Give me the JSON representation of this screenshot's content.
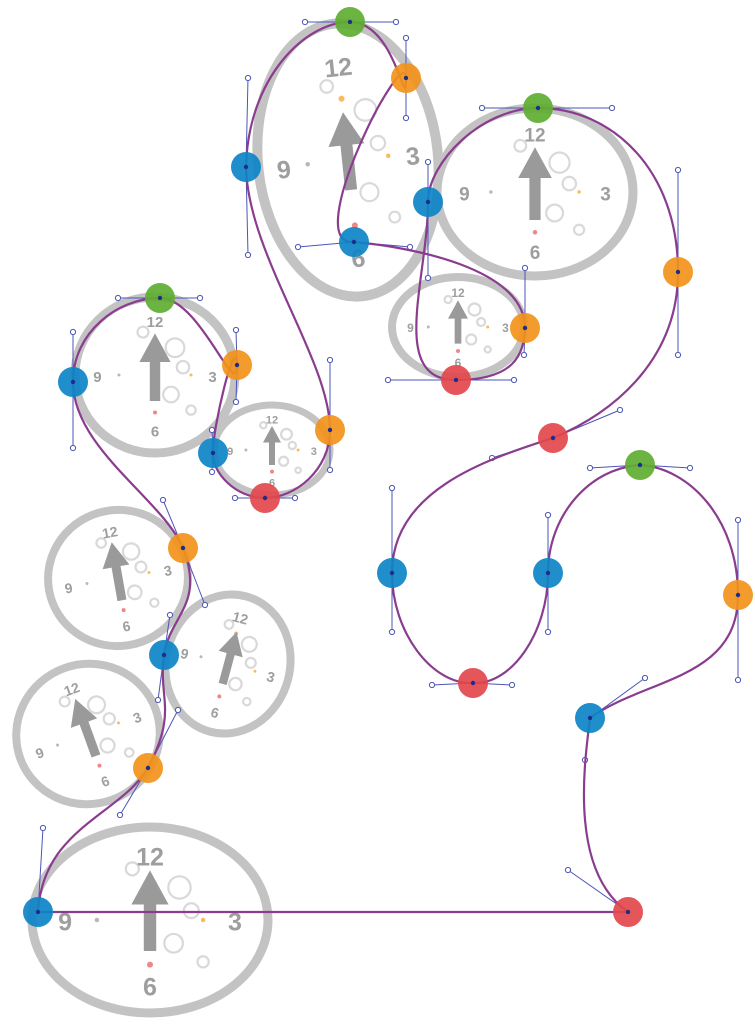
{
  "clock_numerals": [
    "12",
    "3",
    "6",
    "9"
  ],
  "colors": {
    "clock_ring": "#c3c3c3",
    "clock_numeral": "#9e9e9e",
    "path_stroke": "#8a3d8f",
    "handle": "#4b55b8",
    "node_blue": "#0d84c6",
    "node_orange": "#f2921a",
    "node_green": "#5fae32",
    "node_red": "#e2484b"
  },
  "node_types": [
    "blue",
    "orange",
    "green",
    "red"
  ]
}
